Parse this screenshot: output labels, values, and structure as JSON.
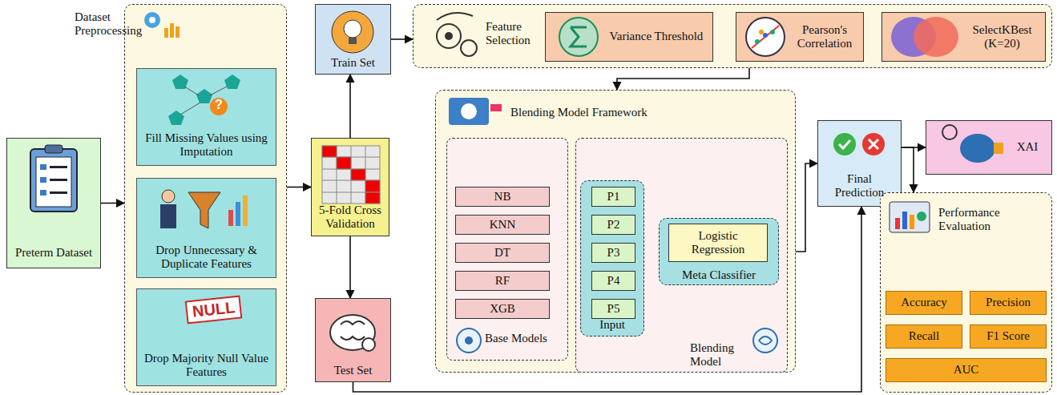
{
  "diagram": {
    "nodes": [
      {
        "text": [
          "Preterm Dataset"
        ]
      },
      {
        "text": [
          "Dataset Preprocessing"
        ]
      },
      {
        "text": [
          "Fill Missing Values using Imputation"
        ],
        "in": 1
      },
      {
        "text": [
          "Drop Unnecessary & Duplicate Features"
        ],
        "in": 1
      },
      {
        "text": [
          "Drop Majority Null Value Features"
        ],
        "in": 1
      },
      {
        "text": [
          "5-Fold Cross Validation"
        ]
      },
      {
        "text": [
          "Train Set"
        ]
      },
      {
        "text": [
          "Test Set"
        ]
      },
      {
        "text": [
          "Feature Selection"
        ]
      },
      {
        "text": [
          "Variance Threshold"
        ],
        "in": 8
      },
      {
        "text": [
          "Pearson's Correlation"
        ],
        "in": 8
      },
      {
        "text": [
          "SelectKBest (K=20)"
        ],
        "in": 8
      },
      {
        "text": [
          "Blending Model Framework"
        ]
      },
      {
        "text": [
          "Base Models"
        ],
        "in": 12
      },
      {
        "text": [
          "NB"
        ],
        "in": 13
      },
      {
        "text": [
          "KNN"
        ],
        "in": 13
      },
      {
        "text": [
          "DT"
        ],
        "in": 13
      },
      {
        "text": [
          "RF"
        ],
        "in": 13
      },
      {
        "text": [
          "XGB"
        ],
        "in": 13
      },
      {
        "text": [
          "Blending Model"
        ],
        "in": 12
      },
      {
        "text": [
          "Input"
        ],
        "in": 19
      },
      {
        "text": [
          "P1"
        ],
        "in": 20
      },
      {
        "text": [
          "P2"
        ],
        "in": 20
      },
      {
        "text": [
          "P3"
        ],
        "in": 20
      },
      {
        "text": [
          "P4"
        ],
        "in": 20
      },
      {
        "text": [
          "P5"
        ],
        "in": 20
      },
      {
        "text": [
          "Meta Classifier"
        ],
        "in": 19
      },
      {
        "text": [
          "Logistic Regression"
        ],
        "in": 26
      },
      {
        "text": [
          "Final Prediction"
        ]
      },
      {
        "text": [
          "XAI"
        ]
      },
      {
        "text": [
          "Performance Evaluation"
        ]
      },
      {
        "text": [
          "Accuracy"
        ],
        "in": 30
      },
      {
        "text": [
          "Precision"
        ],
        "in": 30
      },
      {
        "text": [
          "Recall"
        ],
        "in": 30
      },
      {
        "text": [
          "F1 Score"
        ],
        "in": 30
      },
      {
        "text": [
          "AUC"
        ],
        "in": 30
      }
    ],
    "edges": [
      {
        "from": 0,
        "to": 1,
        "arrow": "to"
      },
      {
        "from": 1,
        "to": 5,
        "arrow": "to"
      },
      {
        "from": 5,
        "to": 6,
        "arrow": "to"
      },
      {
        "from": 5,
        "to": 7,
        "arrow": "to"
      },
      {
        "from": 6,
        "to": 8,
        "arrow": "to"
      },
      {
        "from": 9,
        "to": 10,
        "arrow": "to"
      },
      {
        "from": 10,
        "to": 11,
        "arrow": "to"
      },
      {
        "from": 8,
        "to": 12,
        "arrow": "to"
      },
      {
        "from": 14,
        "to": 21,
        "arrow": "to"
      },
      {
        "from": 15,
        "to": 22,
        "arrow": "to"
      },
      {
        "from": 16,
        "to": 23,
        "arrow": "to"
      },
      {
        "from": 17,
        "to": 24,
        "arrow": "to"
      },
      {
        "from": 18,
        "to": 25,
        "arrow": "to"
      },
      {
        "from": 20,
        "to": 26,
        "arrow": "to"
      },
      {
        "from": 26,
        "to": 28,
        "arrow": "to"
      },
      {
        "from": 28,
        "to": 29,
        "arrow": "to"
      },
      {
        "from": 28,
        "to": 30,
        "arrow": "to"
      },
      {
        "from": 7,
        "to": 28,
        "arrow": "to"
      }
    ],
    "labels": [
      "NULL",
      "?"
    ]
  }
}
